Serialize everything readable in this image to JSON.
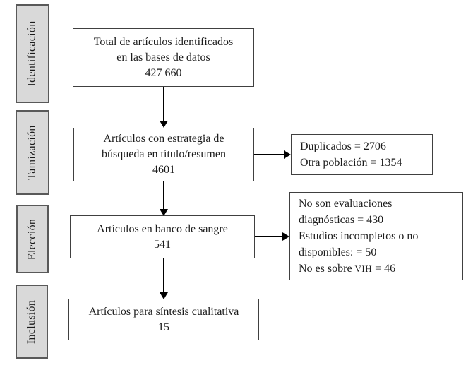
{
  "diagram": {
    "stages": [
      {
        "label": "Identificación"
      },
      {
        "label": "Tamización"
      },
      {
        "label": "Elección"
      },
      {
        "label": "Inclusión"
      }
    ],
    "boxes": {
      "identified": {
        "lines": [
          "Total de artículos identificados",
          "en las bases de datos",
          "427 660"
        ]
      },
      "screened": {
        "lines": [
          "Artículos con estrategia de",
          "búsqueda en título/resumen",
          "4601"
        ]
      },
      "eligible": {
        "lines": [
          "Artículos en banco de sangre",
          "541"
        ]
      },
      "included": {
        "lines": [
          "Artículos para síntesis cualitativa",
          "15"
        ]
      }
    },
    "side_boxes": {
      "excluded_screening": {
        "lines": [
          "Duplicados = 2706",
          "Otra población = 1354"
        ]
      },
      "excluded_eligibility": {
        "lines": [
          "No son evaluaciones",
          "diagnósticas = 430",
          "Estudios incompletos o no",
          "disponibles: = 50"
        ],
        "last_line": {
          "prefix": "No es sobre ",
          "smallcaps": "VIH",
          "suffix": " = 46"
        }
      }
    },
    "colors": {
      "stage_fill": "#d9d9d9",
      "stage_border": "#595959",
      "box_border": "#404040",
      "arrow": "#000000"
    }
  }
}
